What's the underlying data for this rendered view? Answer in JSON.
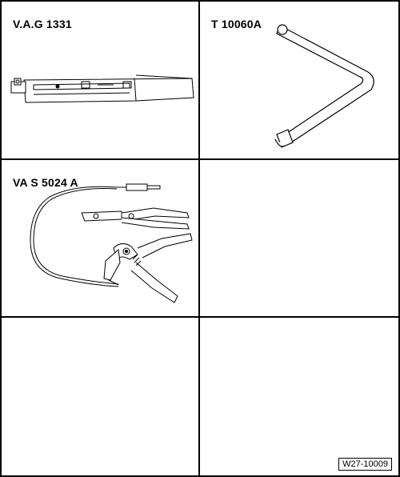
{
  "tools": [
    {
      "code": "V.A.G 1331",
      "icon": "torque-wrench-icon"
    },
    {
      "code": "T 10060A",
      "icon": "bent-pin-tool-icon"
    },
    {
      "code": "VA S 5024 A",
      "icon": "hose-clip-pliers-icon"
    },
    {
      "code": ""
    },
    {
      "code": ""
    },
    {
      "code": ""
    }
  ],
  "figure_ref": "W27-10009"
}
